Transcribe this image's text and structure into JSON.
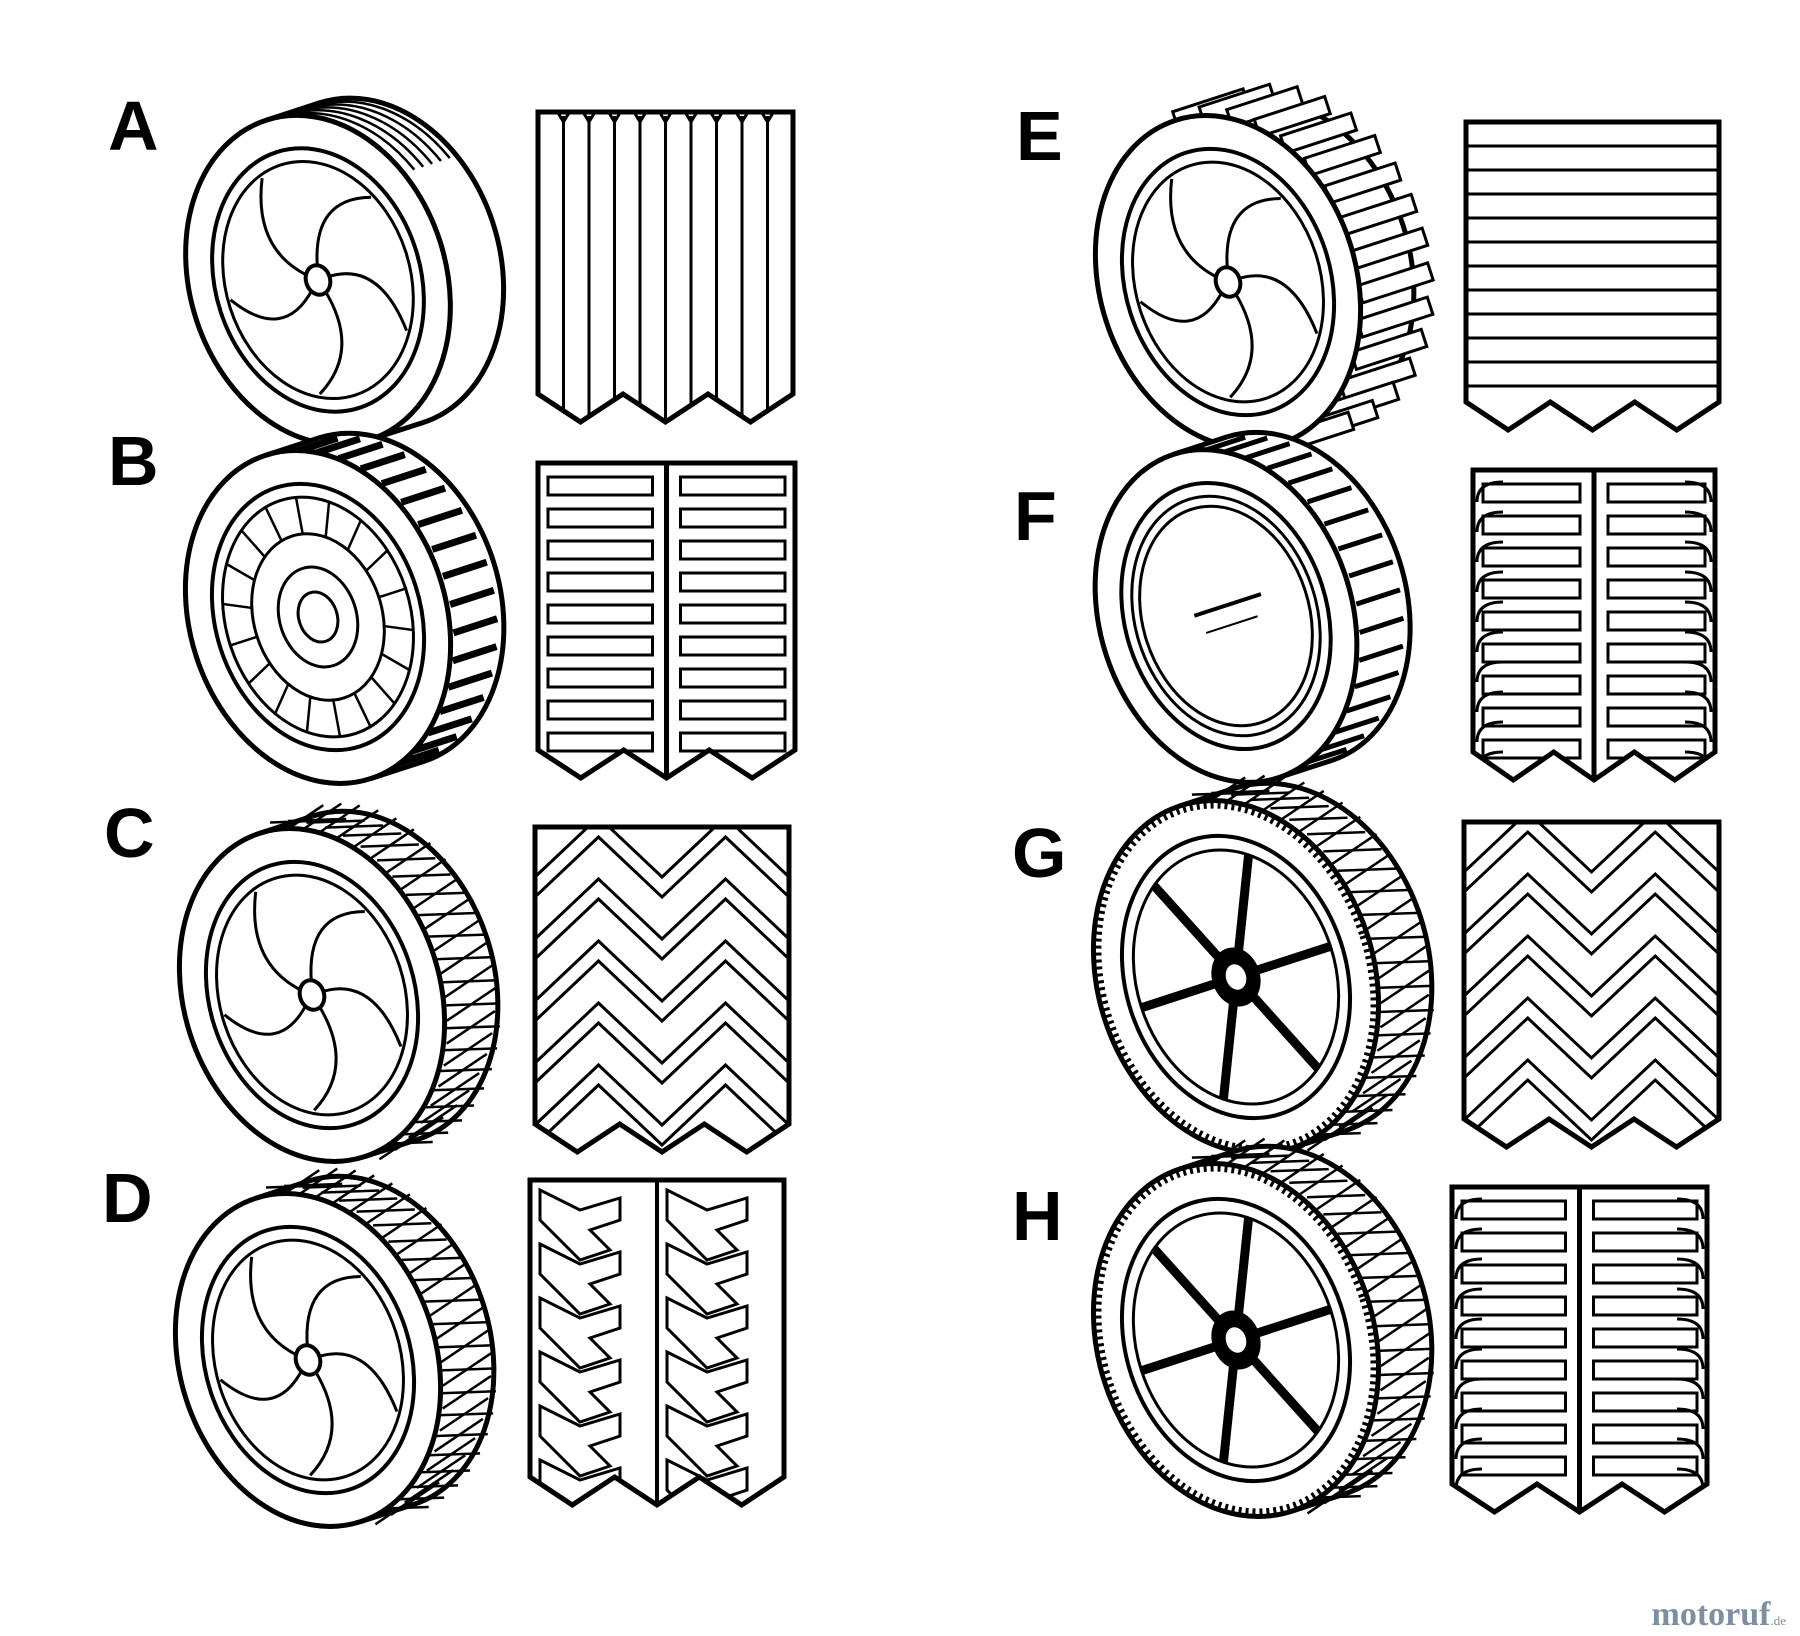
{
  "wheels": [
    {
      "label": "A",
      "wheel": "A",
      "tread": "vertical-ribs"
    },
    {
      "label": "B",
      "wheel": "B",
      "tread": "bars-center"
    },
    {
      "label": "C",
      "wheel": "C",
      "tread": "chevron"
    },
    {
      "label": "D",
      "wheel": "D",
      "tread": "lug"
    },
    {
      "label": "E",
      "wheel": "E",
      "tread": "horizontal"
    },
    {
      "label": "F",
      "wheel": "F",
      "tread": "bars-curved"
    },
    {
      "label": "G",
      "wheel": "G",
      "tread": "chevron"
    },
    {
      "label": "H",
      "wheel": "H",
      "tread": "bars-curved"
    }
  ],
  "watermark": {
    "brand": "motoruf",
    "suffix": ".de"
  },
  "colors": {
    "ink": "#000000",
    "paper": "#ffffff",
    "watermark": "#7d8fa0"
  }
}
